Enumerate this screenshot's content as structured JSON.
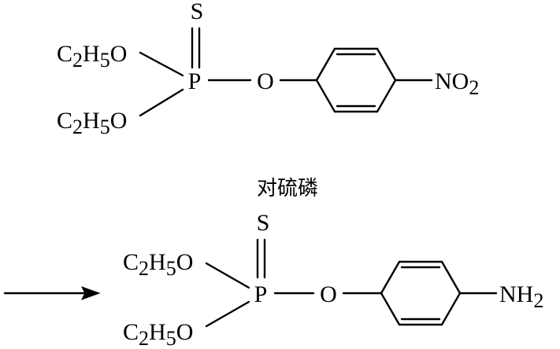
{
  "reactant": {
    "atoms": {
      "s": "S",
      "p": "P",
      "o_bridge": "O",
      "o_upper": "O",
      "o_lower": "O",
      "ethyl_c_upper": "C",
      "ethyl_sub2_upper": "2",
      "ethyl_h_upper": "H",
      "ethyl_sub5_upper": "5",
      "ethyl_c_lower": "C",
      "ethyl_sub2_lower": "2",
      "ethyl_h_lower": "H",
      "ethyl_sub5_lower": "5",
      "substituent_main": "NO",
      "substituent_sub": "2"
    },
    "name": "对硫磷"
  },
  "product": {
    "atoms": {
      "s": "S",
      "p": "P",
      "o_bridge": "O",
      "o_upper": "O",
      "o_lower": "O",
      "ethyl_c_upper": "C",
      "ethyl_sub2_upper": "2",
      "ethyl_h_upper": "H",
      "ethyl_sub5_upper": "5",
      "ethyl_c_lower": "C",
      "ethyl_sub2_lower": "2",
      "ethyl_h_lower": "H",
      "ethyl_sub5_lower": "5",
      "substituent_main": "NH",
      "substituent_sub": "2"
    }
  },
  "colors": {
    "ink": "#000000",
    "background": "#ffffff"
  }
}
